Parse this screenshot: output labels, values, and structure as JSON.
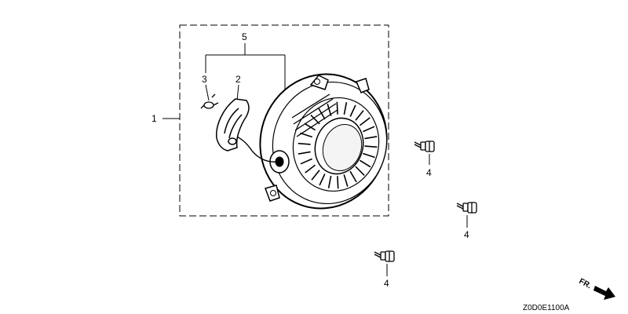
{
  "callouts": {
    "assembly": "1",
    "grip": "2",
    "rope_fastener": "3",
    "flange_bolts": [
      "4",
      "4",
      "4"
    ],
    "rope_set": "5"
  },
  "front_indicator": "FR.",
  "drawing_code": "Z0D0E1100A"
}
